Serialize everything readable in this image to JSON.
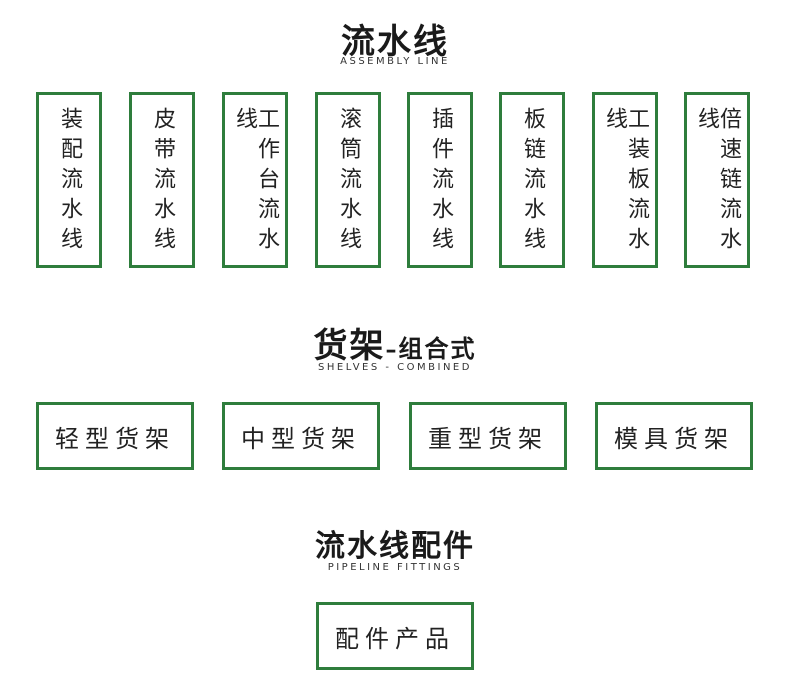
{
  "assembly": {
    "title": "流水线",
    "subtitle": "ASSEMBLY LINE",
    "items": [
      "装配流水线",
      "皮带流水线",
      "工作台流水线",
      "滚筒流水线",
      "插件流水线",
      "板链流水线",
      "工装板流水线",
      "倍速链流水线"
    ]
  },
  "shelves": {
    "title": "货架",
    "title_suffix": "组合式",
    "subtitle": "SHELVES - COMBINED",
    "items": [
      "轻型货架",
      "中型货架",
      "重型货架",
      "模具货架"
    ]
  },
  "fittings": {
    "title": "流水线配件",
    "subtitle": "PIPELINE FITTINGS",
    "items": [
      "配件产品"
    ]
  },
  "colors": {
    "border": "#2e7d3c",
    "text": "#222222"
  }
}
